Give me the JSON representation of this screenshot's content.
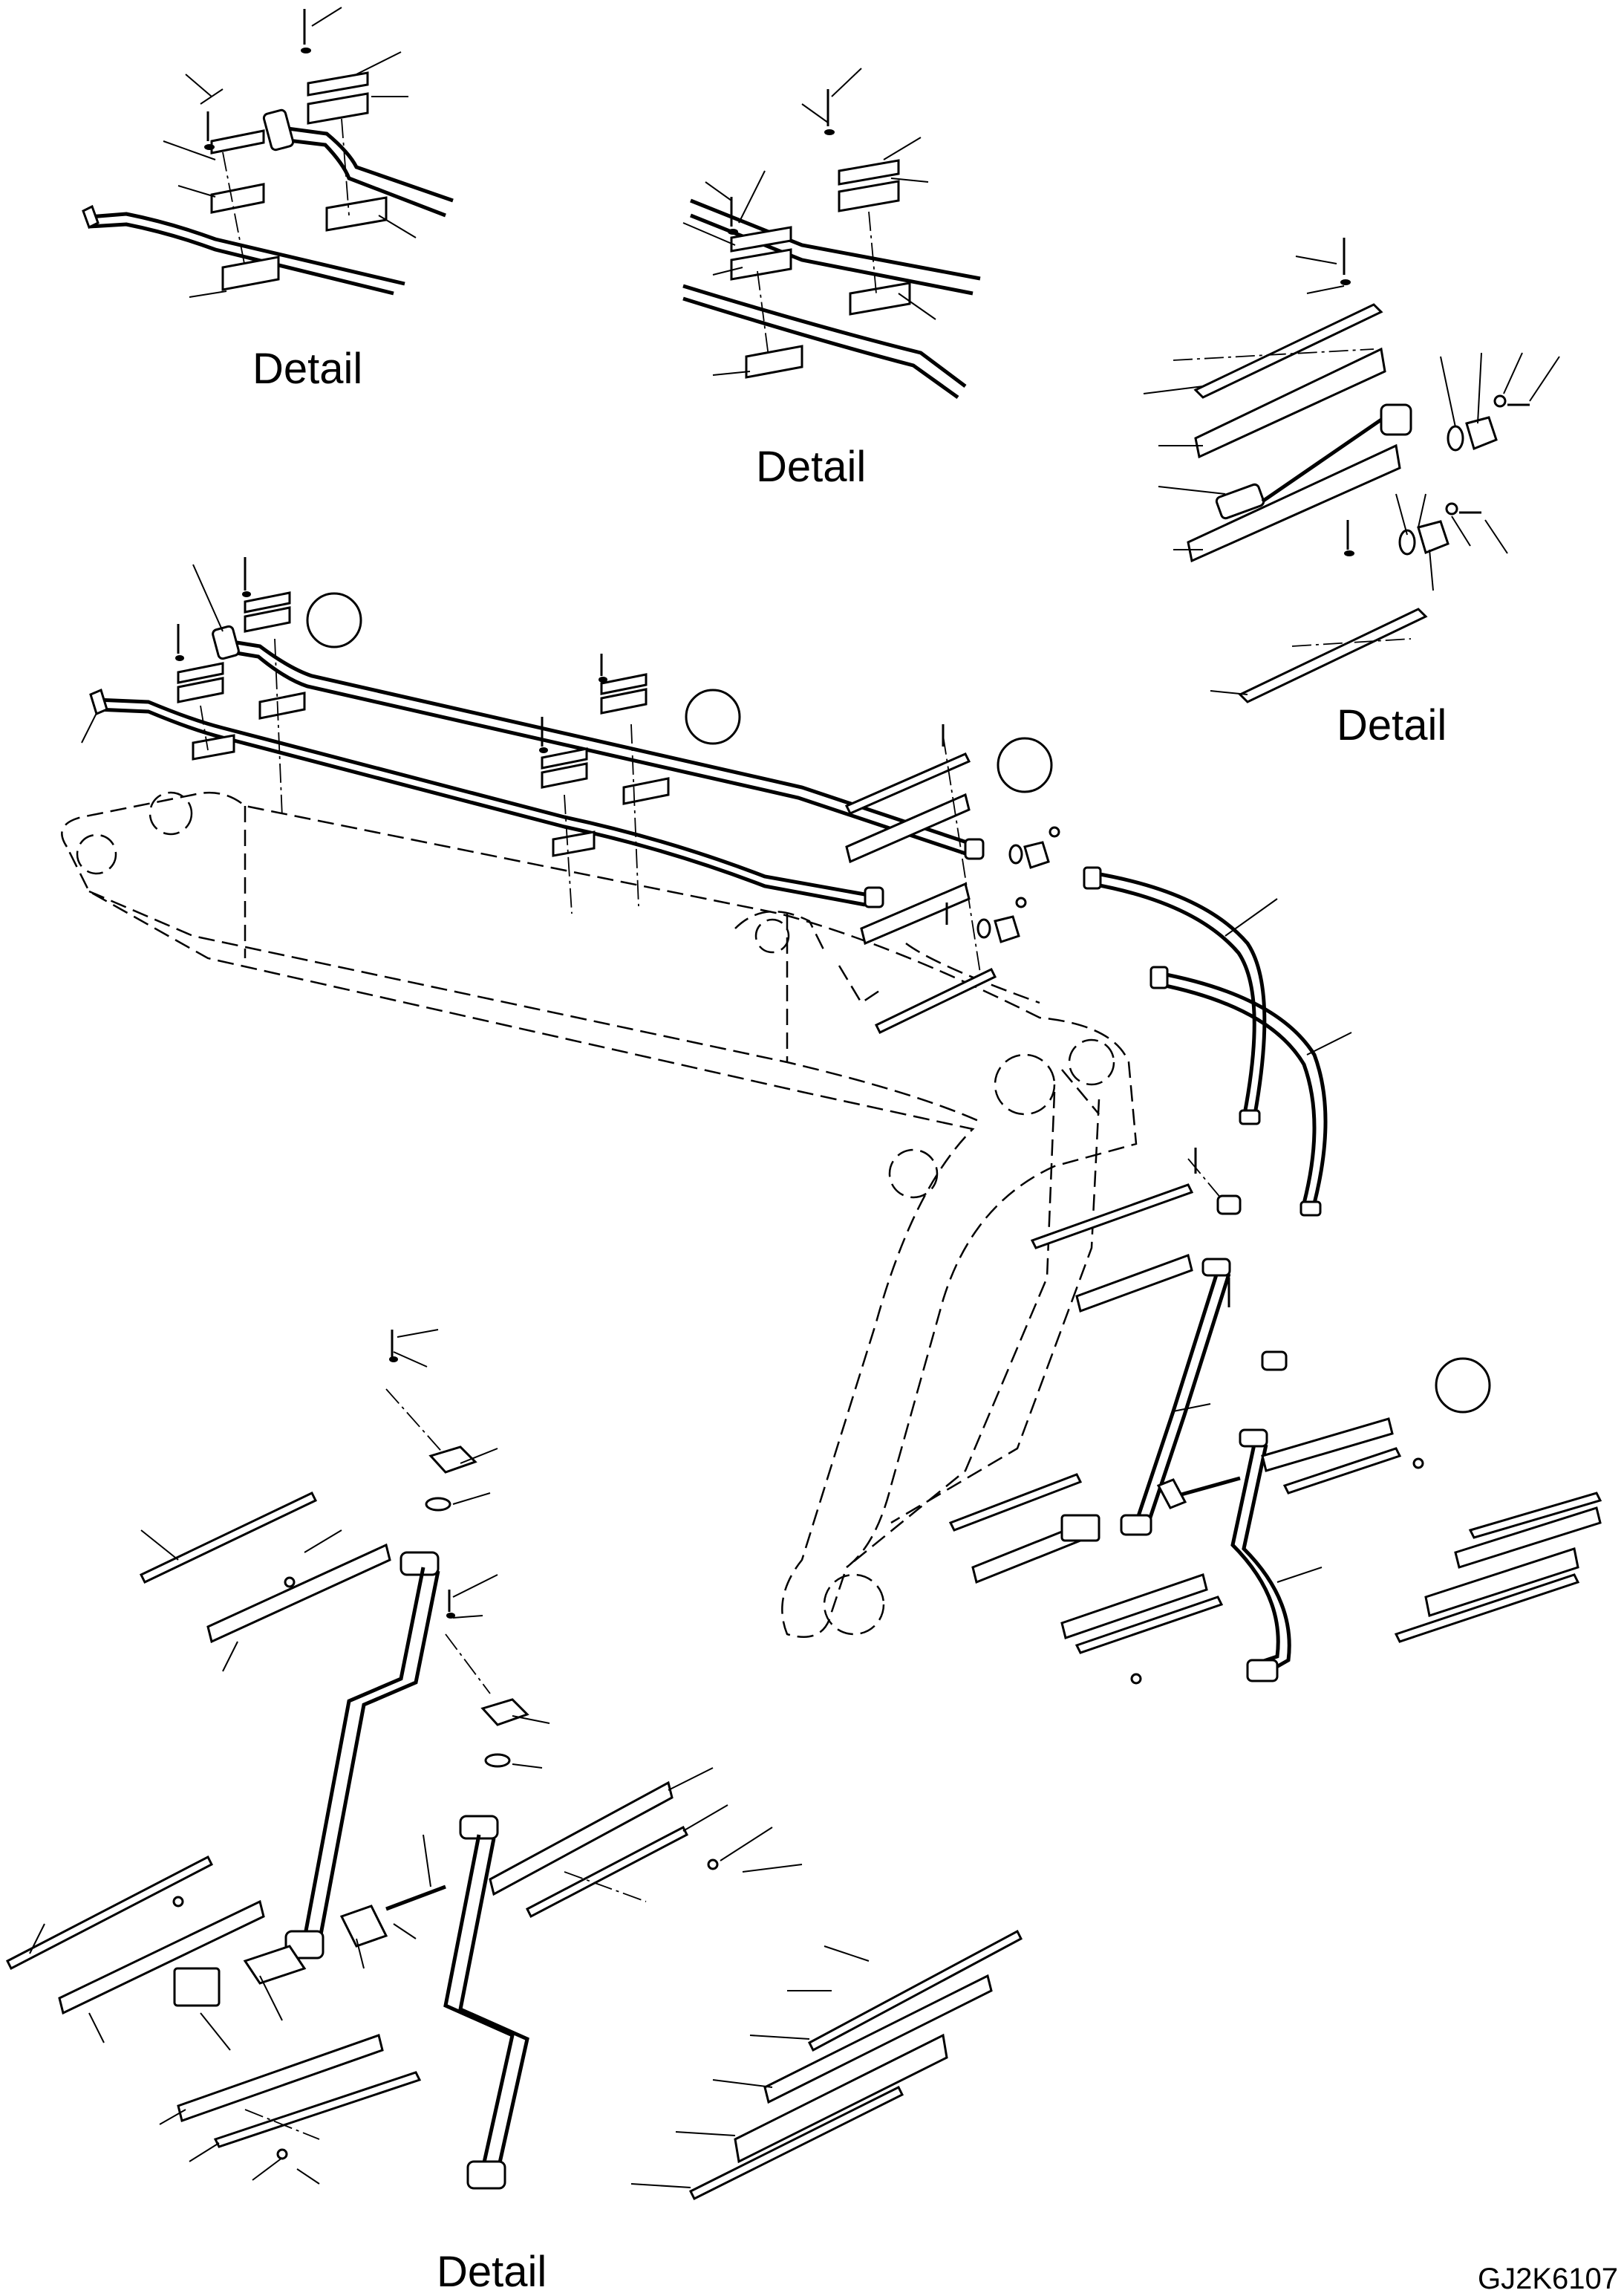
{
  "diagram": {
    "details": [
      {
        "id": "detail-top-left",
        "label": "Detail"
      },
      {
        "id": "detail-top-center",
        "label": "Detail"
      },
      {
        "id": "detail-top-right",
        "label": "Detail"
      },
      {
        "id": "detail-bottom-left",
        "label": "Detail"
      }
    ],
    "drawing_code": "GJ2K6107"
  }
}
